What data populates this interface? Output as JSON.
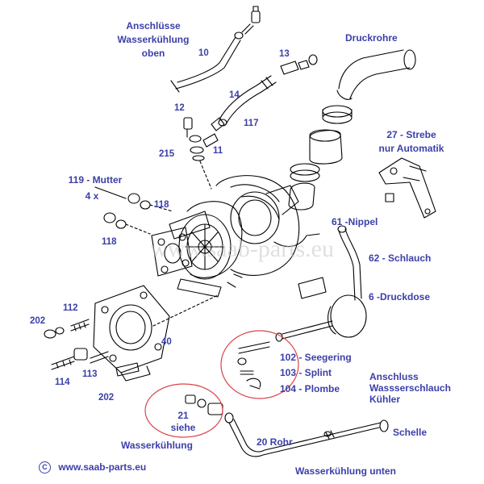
{
  "labels": {
    "anschluesse_line1": "Anschlüsse",
    "anschluesse_line2": "Wasserkühlung",
    "anschluesse_line3": "oben",
    "druckrohre": "Druckrohre",
    "strebe_line1": "27 - Strebe",
    "strebe_line2": "nur Automatik",
    "mutter_line1": "119 - Mutter",
    "mutter_line2": "4 x",
    "nippel": "61 -Nippel",
    "schlauch": "62 - Schlauch",
    "druckdose": "6 -Druckdose",
    "seegering": "102 - Seegering",
    "splint": "103 - Splint",
    "plombe": "104 - Plombe",
    "anschluss_kuehler_line1": "Anschluss",
    "anschluss_kuehler_line2": "Wassserschlauch",
    "anschluss_kuehler_line3": "Kühler",
    "siehe_line1": "21",
    "siehe_line2": "siehe",
    "wasserkuehlung": "Wasserkühlung",
    "rohr": "20  Rohr",
    "schelle": "Schelle",
    "wasserkuehlung_unten": "Wasserkühlung   unten"
  },
  "part_numbers": {
    "n10": "10",
    "n13": "13",
    "n14": "14",
    "n117": "117",
    "n12": "12",
    "n215": "215",
    "n11": "11",
    "n118a": "118",
    "n118b": "118",
    "n112": "112",
    "n202a": "202",
    "n202b": "202",
    "n114": "114",
    "n113": "113",
    "n40": "40"
  },
  "watermark": "www.saab-parts.eu",
  "footer": {
    "symbol": "C",
    "url": "www.saab-parts.eu"
  },
  "colors": {
    "label": "#3b3fa8",
    "line": "#000000",
    "highlight_circle": "#d9434a"
  }
}
